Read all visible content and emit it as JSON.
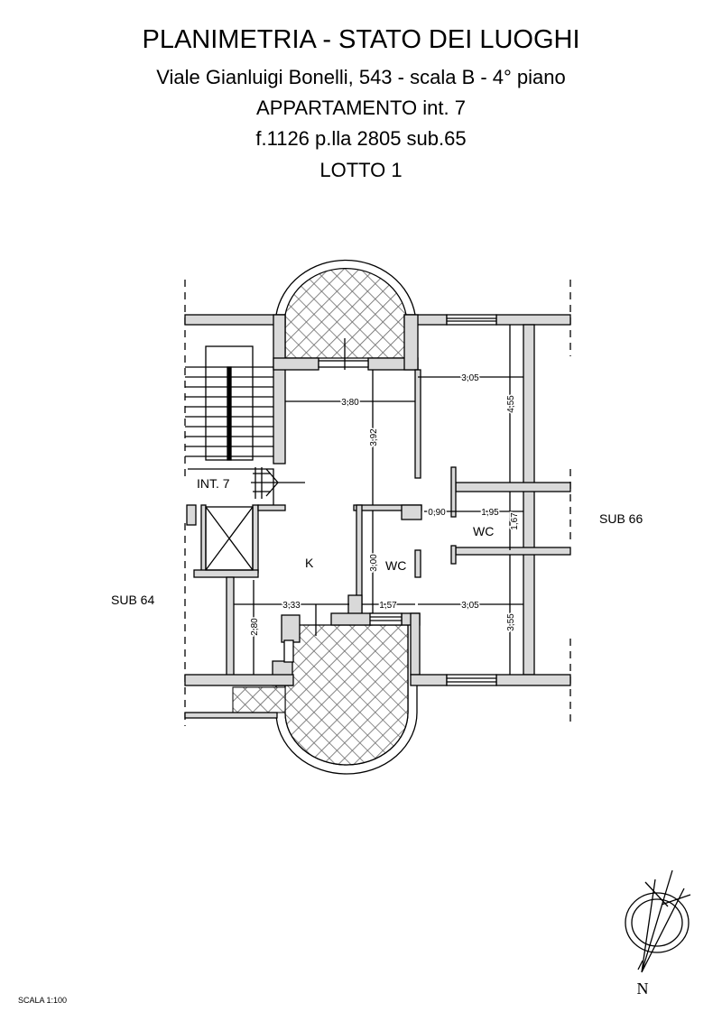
{
  "header": {
    "title": "PLANIMETRIA - STATO DEI LUOGHI",
    "address": "Viale Gianluigi Bonelli, 543 - scala B - 4° piano",
    "unit": "APPARTAMENTO int. 7",
    "cadastral": "f.1126 p.lla 2805 sub.65",
    "lot": "LOTTO 1"
  },
  "plan": {
    "unit_label": "INT. 7",
    "neighbor_left": "SUB 64",
    "neighbor_right": "SUB 66",
    "rooms": {
      "kitchen": "K",
      "wc1": "WC",
      "wc2": "WC"
    },
    "dimensions": {
      "d380": "3,80",
      "d305a": "3,05",
      "d392": "3,92",
      "d455": "4,55",
      "d090": "0,90",
      "d195": "1,95",
      "d167": "1,67",
      "d300": "3,00",
      "d333": "3,33",
      "d157": "1,57",
      "d305b": "3,05",
      "d280": "2,80",
      "d355": "3,55"
    }
  },
  "compass": {
    "north_label": "N"
  },
  "footer": {
    "scale": "SCALA 1:100"
  }
}
